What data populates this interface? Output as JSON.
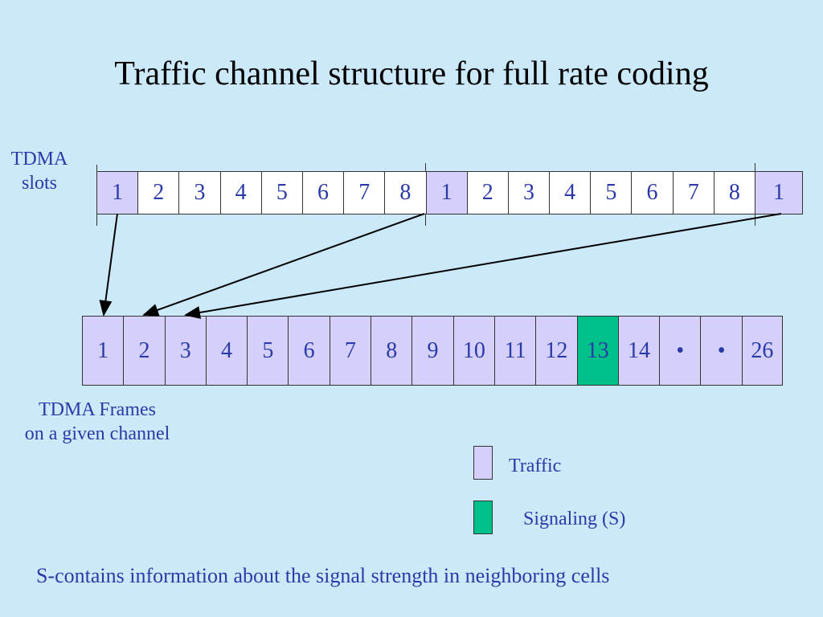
{
  "title": "Traffic channel structure for full rate coding",
  "slots_label": [
    "TDMA",
    "slots"
  ],
  "frames_label": [
    "TDMA Frames",
    "on a given channel"
  ],
  "slots": [
    "1",
    "2",
    "3",
    "4",
    "5",
    "6",
    "7",
    "8",
    "1",
    "2",
    "3",
    "4",
    "5",
    "6",
    "7",
    "8",
    "1"
  ],
  "frames": [
    "1",
    "2",
    "3",
    "4",
    "5",
    "6",
    "7",
    "8",
    "9",
    "10",
    "11",
    "12",
    "13",
    "14",
    "•",
    "•",
    "26"
  ],
  "signaling_frame": "13",
  "legend": {
    "traffic": "Traffic",
    "signaling": "Signaling (S)"
  },
  "footer": "S-contains information about the signal strength in neighboring cells",
  "colors": {
    "background": "#cce9fa",
    "traffic": "#d4d0fb",
    "signaling": "#00c08a",
    "text": "#2a3aa8"
  }
}
